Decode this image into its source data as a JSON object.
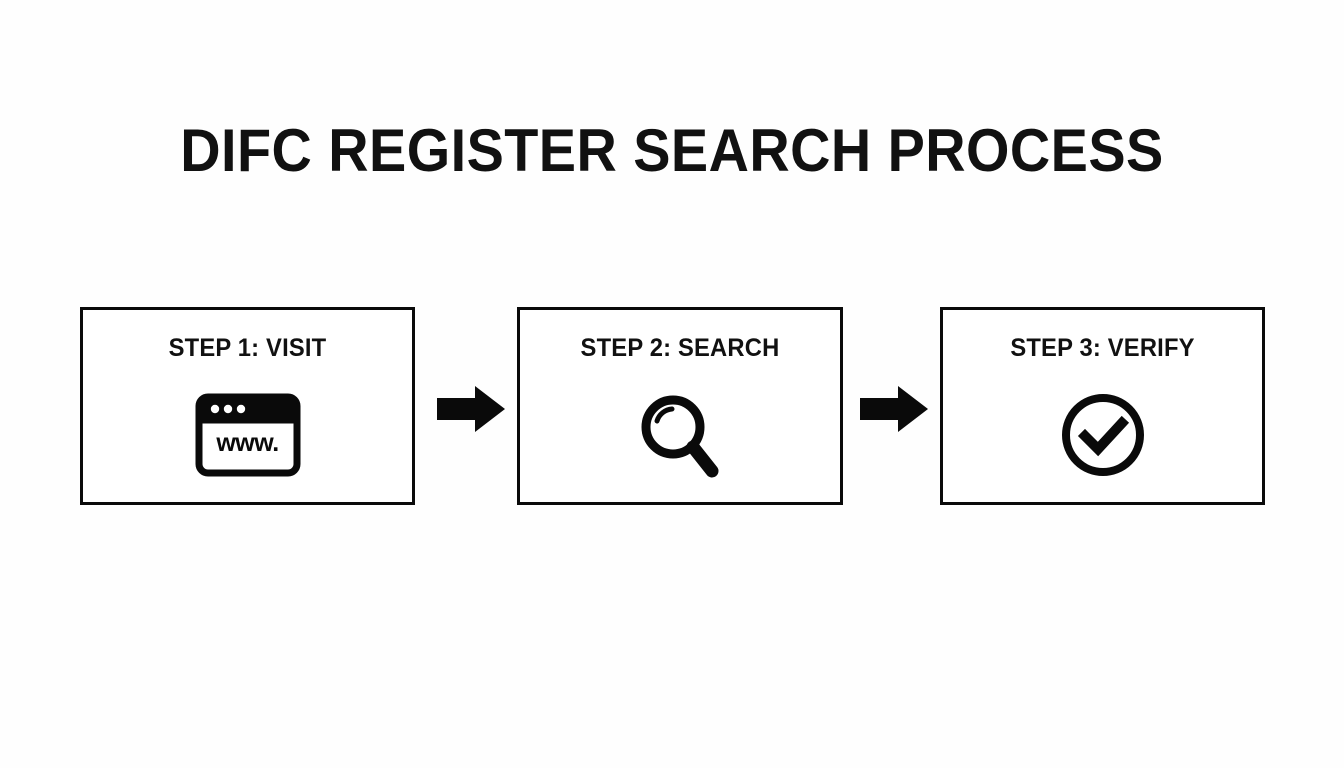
{
  "slide": {
    "title": "DIFC REGISTER SEARCH PROCESS",
    "background_color": "#fefefe",
    "ink_color": "#0a0a0a"
  },
  "flow": {
    "arrows": [
      {
        "name": "arrow-step1-to-step2",
        "symbol": "right-arrow"
      },
      {
        "name": "arrow-step2-to-step3",
        "symbol": "right-arrow"
      }
    ],
    "steps": [
      {
        "label": "STEP 1: VISIT",
        "icon": "browser-window-icon",
        "icon_text": "www."
      },
      {
        "label": "STEP 2: SEARCH",
        "icon": "magnifying-glass-icon",
        "icon_text": ""
      },
      {
        "label": "STEP 3: VERIFY",
        "icon": "check-circle-icon",
        "icon_text": ""
      }
    ]
  }
}
